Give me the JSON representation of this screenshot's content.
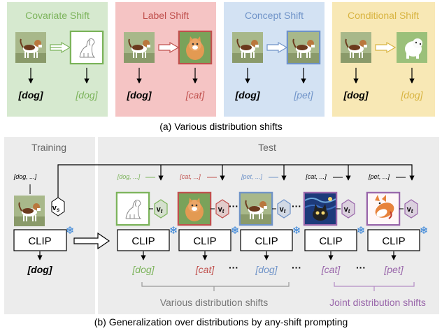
{
  "top": {
    "panels": [
      {
        "title": "Covariate Shift",
        "in_label": "[dog]",
        "out_label": "[dog]",
        "color": "#7bb35a",
        "bg": "#d6e9cf"
      },
      {
        "title": "Label Shift",
        "in_label": "[dog]",
        "out_label": "[cat]",
        "color": "#c0504d",
        "bg": "#f5c4c4"
      },
      {
        "title": "Concept Shift",
        "in_label": "[dog]",
        "out_label": "[pet]",
        "color": "#6f93c8",
        "bg": "#d3e2f3"
      },
      {
        "title": "Conditional Shift",
        "in_label": "[dog]",
        "out_label": "[dog]",
        "color": "#d8b441",
        "bg": "#f8e8b5"
      }
    ],
    "caption": "(a) Various distribution shifts"
  },
  "bottom": {
    "training_title": "Training",
    "test_title": "Test",
    "train_prompt": "[dog, ...]",
    "train_vector": "v",
    "train_vector_sub": "s",
    "test_vector": "v",
    "test_vector_sub": "t",
    "clip_label": "CLIP",
    "train_output": "[dog]",
    "test_columns": [
      {
        "prompt": "[dog, ...]",
        "output": "[dog]",
        "color": "#7bb35a"
      },
      {
        "prompt": "[cat, ...]",
        "output": "[cat]",
        "color": "#c0504d"
      },
      {
        "prompt": "[pet, ...]",
        "output": "[dog]",
        "color": "#6f93c8"
      },
      {
        "prompt": "[cat, ...]",
        "output": "[cat]",
        "color": "#9966aa"
      },
      {
        "prompt": "[pet, ...]",
        "output": "[pet]",
        "color": "#9966aa"
      }
    ],
    "ellipsis": "···",
    "various_label": "Various distribution shifts",
    "joint_label": "Joint distribution shifts",
    "joint_color": "#9966aa",
    "caption": "(b) Generalization over distributions by any-shift prompting"
  }
}
